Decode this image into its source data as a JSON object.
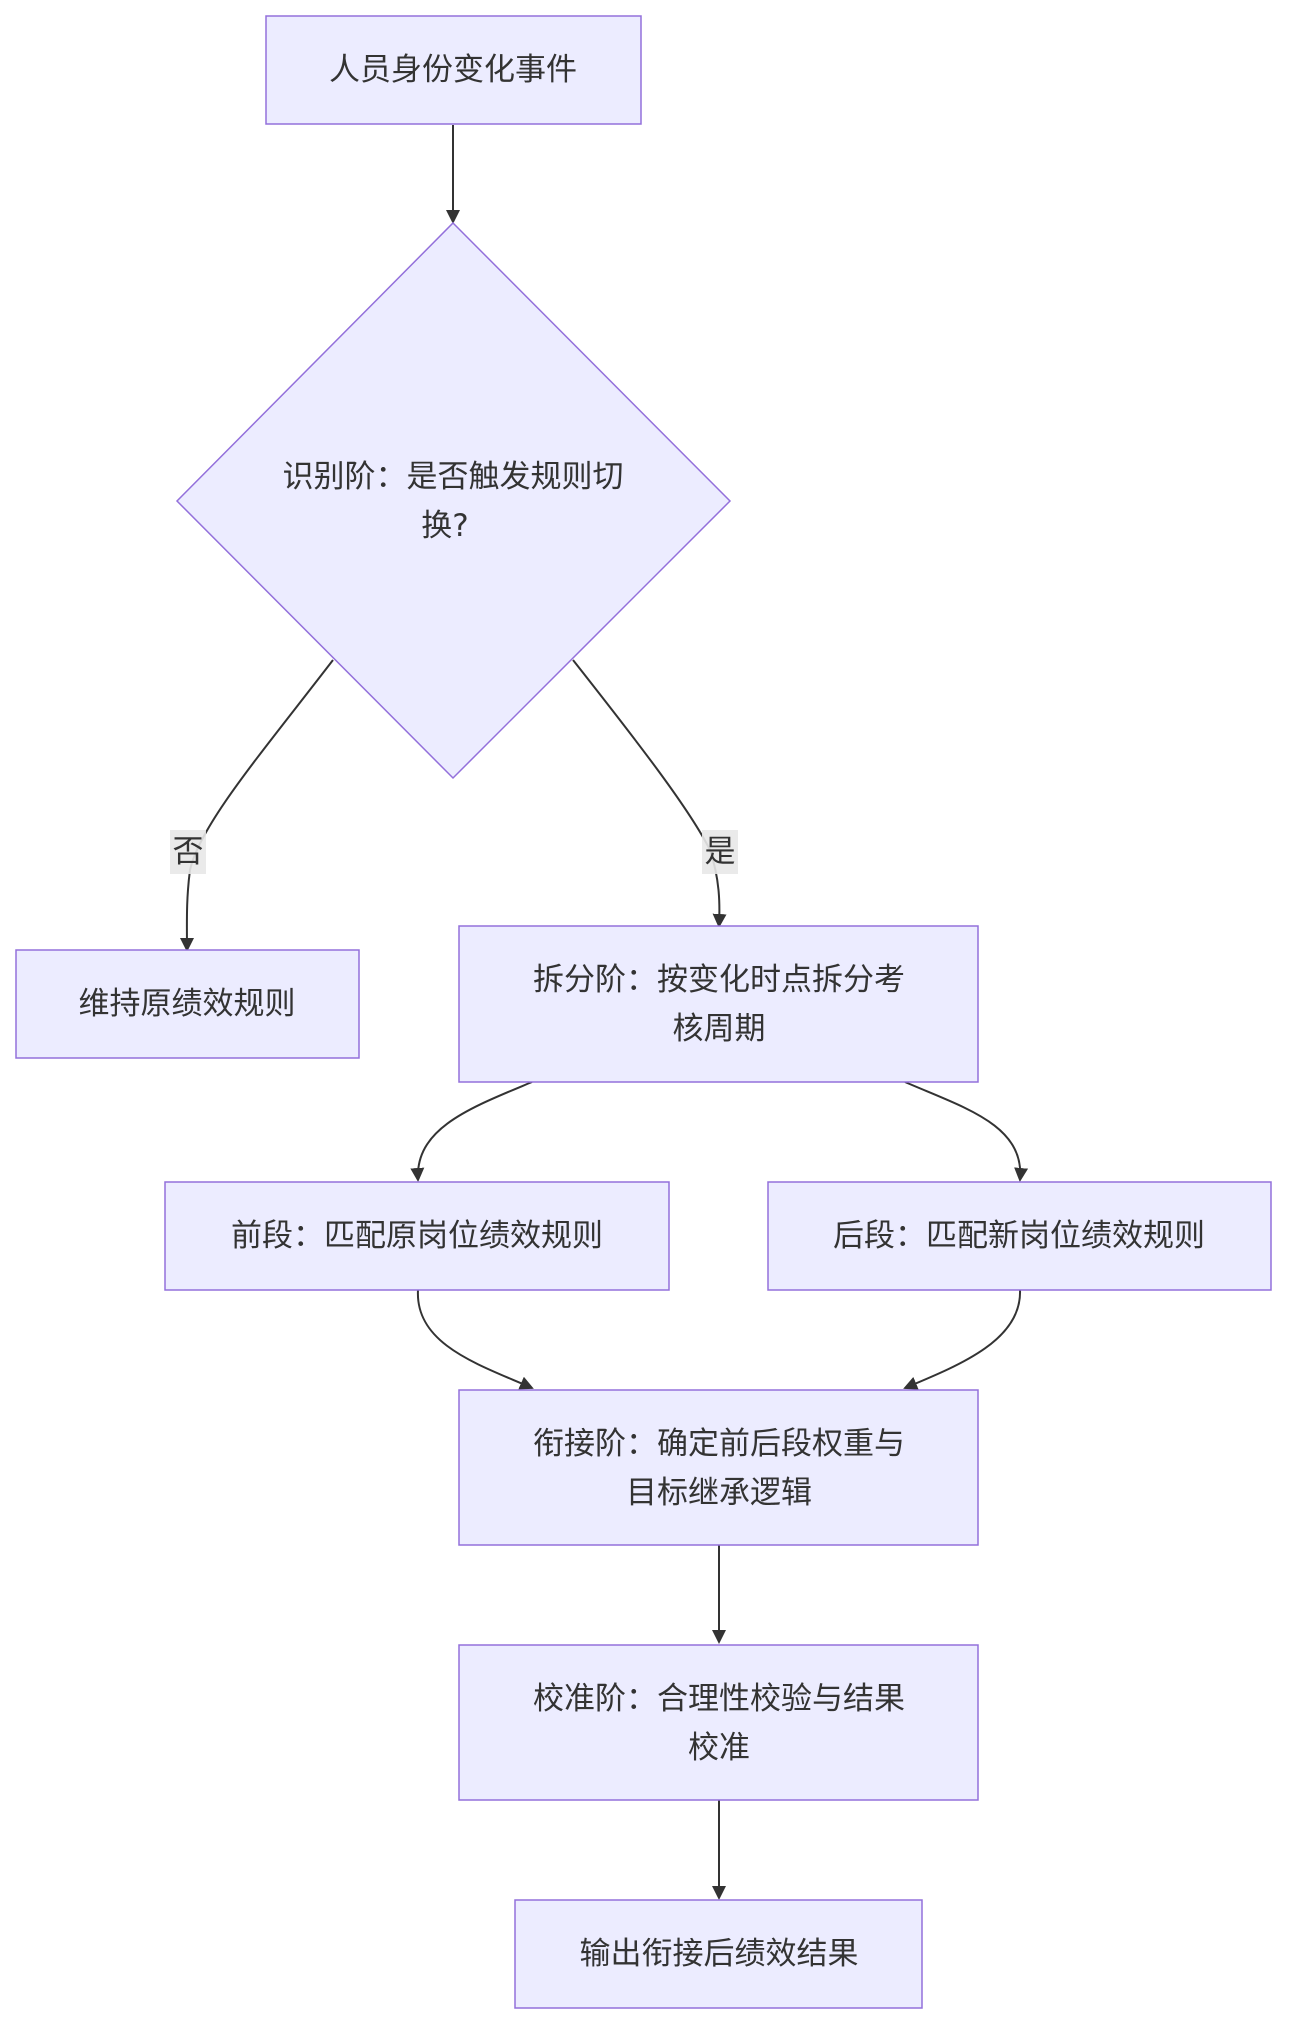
{
  "diagram": {
    "nodes": {
      "start": "人员身份变化事件",
      "identify_line1": "识别阶：是否触发规则切",
      "identify_line2": "换?",
      "keep": "维持原绩效规则",
      "split_line1": "拆分阶：按变化时点拆分考",
      "split_line2": "核周期",
      "front": "前段：匹配原岗位绩效规则",
      "back": "后段：匹配新岗位绩效规则",
      "connect_line1": "衔接阶：确定前后段权重与",
      "connect_line2": "目标继承逻辑",
      "calibrate_line1": "校准阶：合理性校验与结果",
      "calibrate_line2": "校准",
      "output": "输出衔接后绩效结果"
    },
    "edge_labels": {
      "no": "否",
      "yes": "是"
    },
    "colors": {
      "node_fill": "#ECECFF",
      "node_stroke": "#9370DB",
      "edge": "#333333",
      "text": "#333333",
      "label_bg": "#E8E8E8"
    }
  }
}
